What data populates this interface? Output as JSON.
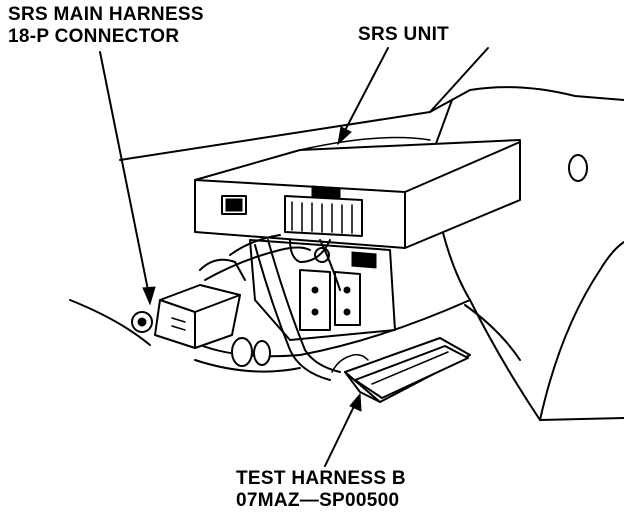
{
  "callouts": {
    "main_harness_line1": "SRS MAIN HARNESS",
    "main_harness_line2": "18-P CONNECTOR",
    "srs_unit": "SRS UNIT",
    "test_harness_line1": "TEST HARNESS B",
    "test_harness_line2": "07MAZ—SP00500"
  }
}
